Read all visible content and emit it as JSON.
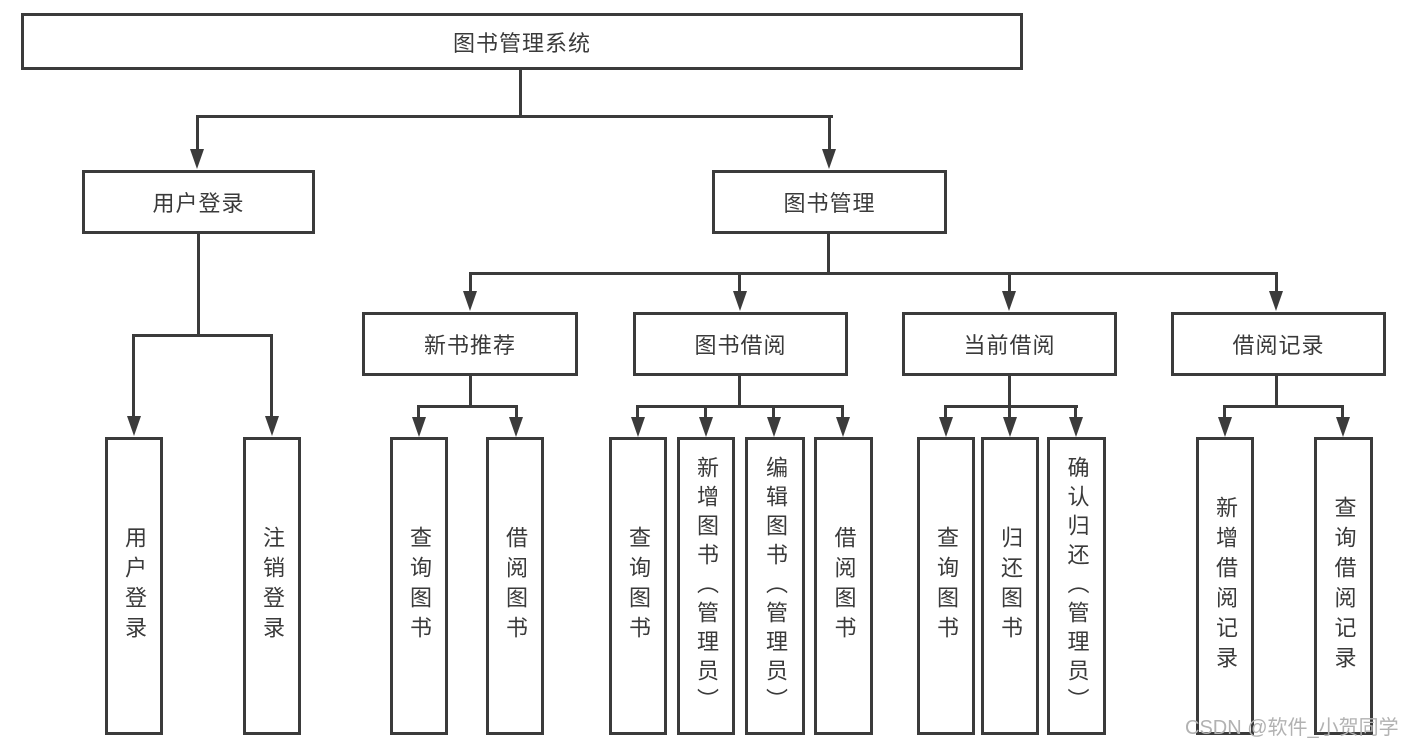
{
  "diagram": {
    "title": "图书管理系统",
    "level2": [
      {
        "label": "用户登录"
      },
      {
        "label": "图书管理"
      }
    ],
    "level3": [
      {
        "label": "新书推荐"
      },
      {
        "label": "图书借阅"
      },
      {
        "label": "当前借阅"
      },
      {
        "label": "借阅记录"
      }
    ],
    "leaves": [
      {
        "label": "用户登录"
      },
      {
        "label": "注销登录"
      },
      {
        "label": "查询图书"
      },
      {
        "label": "借阅图书"
      },
      {
        "label": "查询图书"
      },
      {
        "label": "新增图书（管理员）"
      },
      {
        "label": "编辑图书（管理员）"
      },
      {
        "label": "借阅图书"
      },
      {
        "label": "查询图书"
      },
      {
        "label": "归还图书"
      },
      {
        "label": "确认归还（管理员）"
      },
      {
        "label": "新增借阅记录"
      },
      {
        "label": "查询借阅记录"
      }
    ]
  },
  "watermark": "CSDN @软件_小贺同学",
  "colors": {
    "line": "#3b3b3b",
    "text": "#3a3a3a",
    "background": "#ffffff",
    "watermark": "#b2b2b2"
  }
}
